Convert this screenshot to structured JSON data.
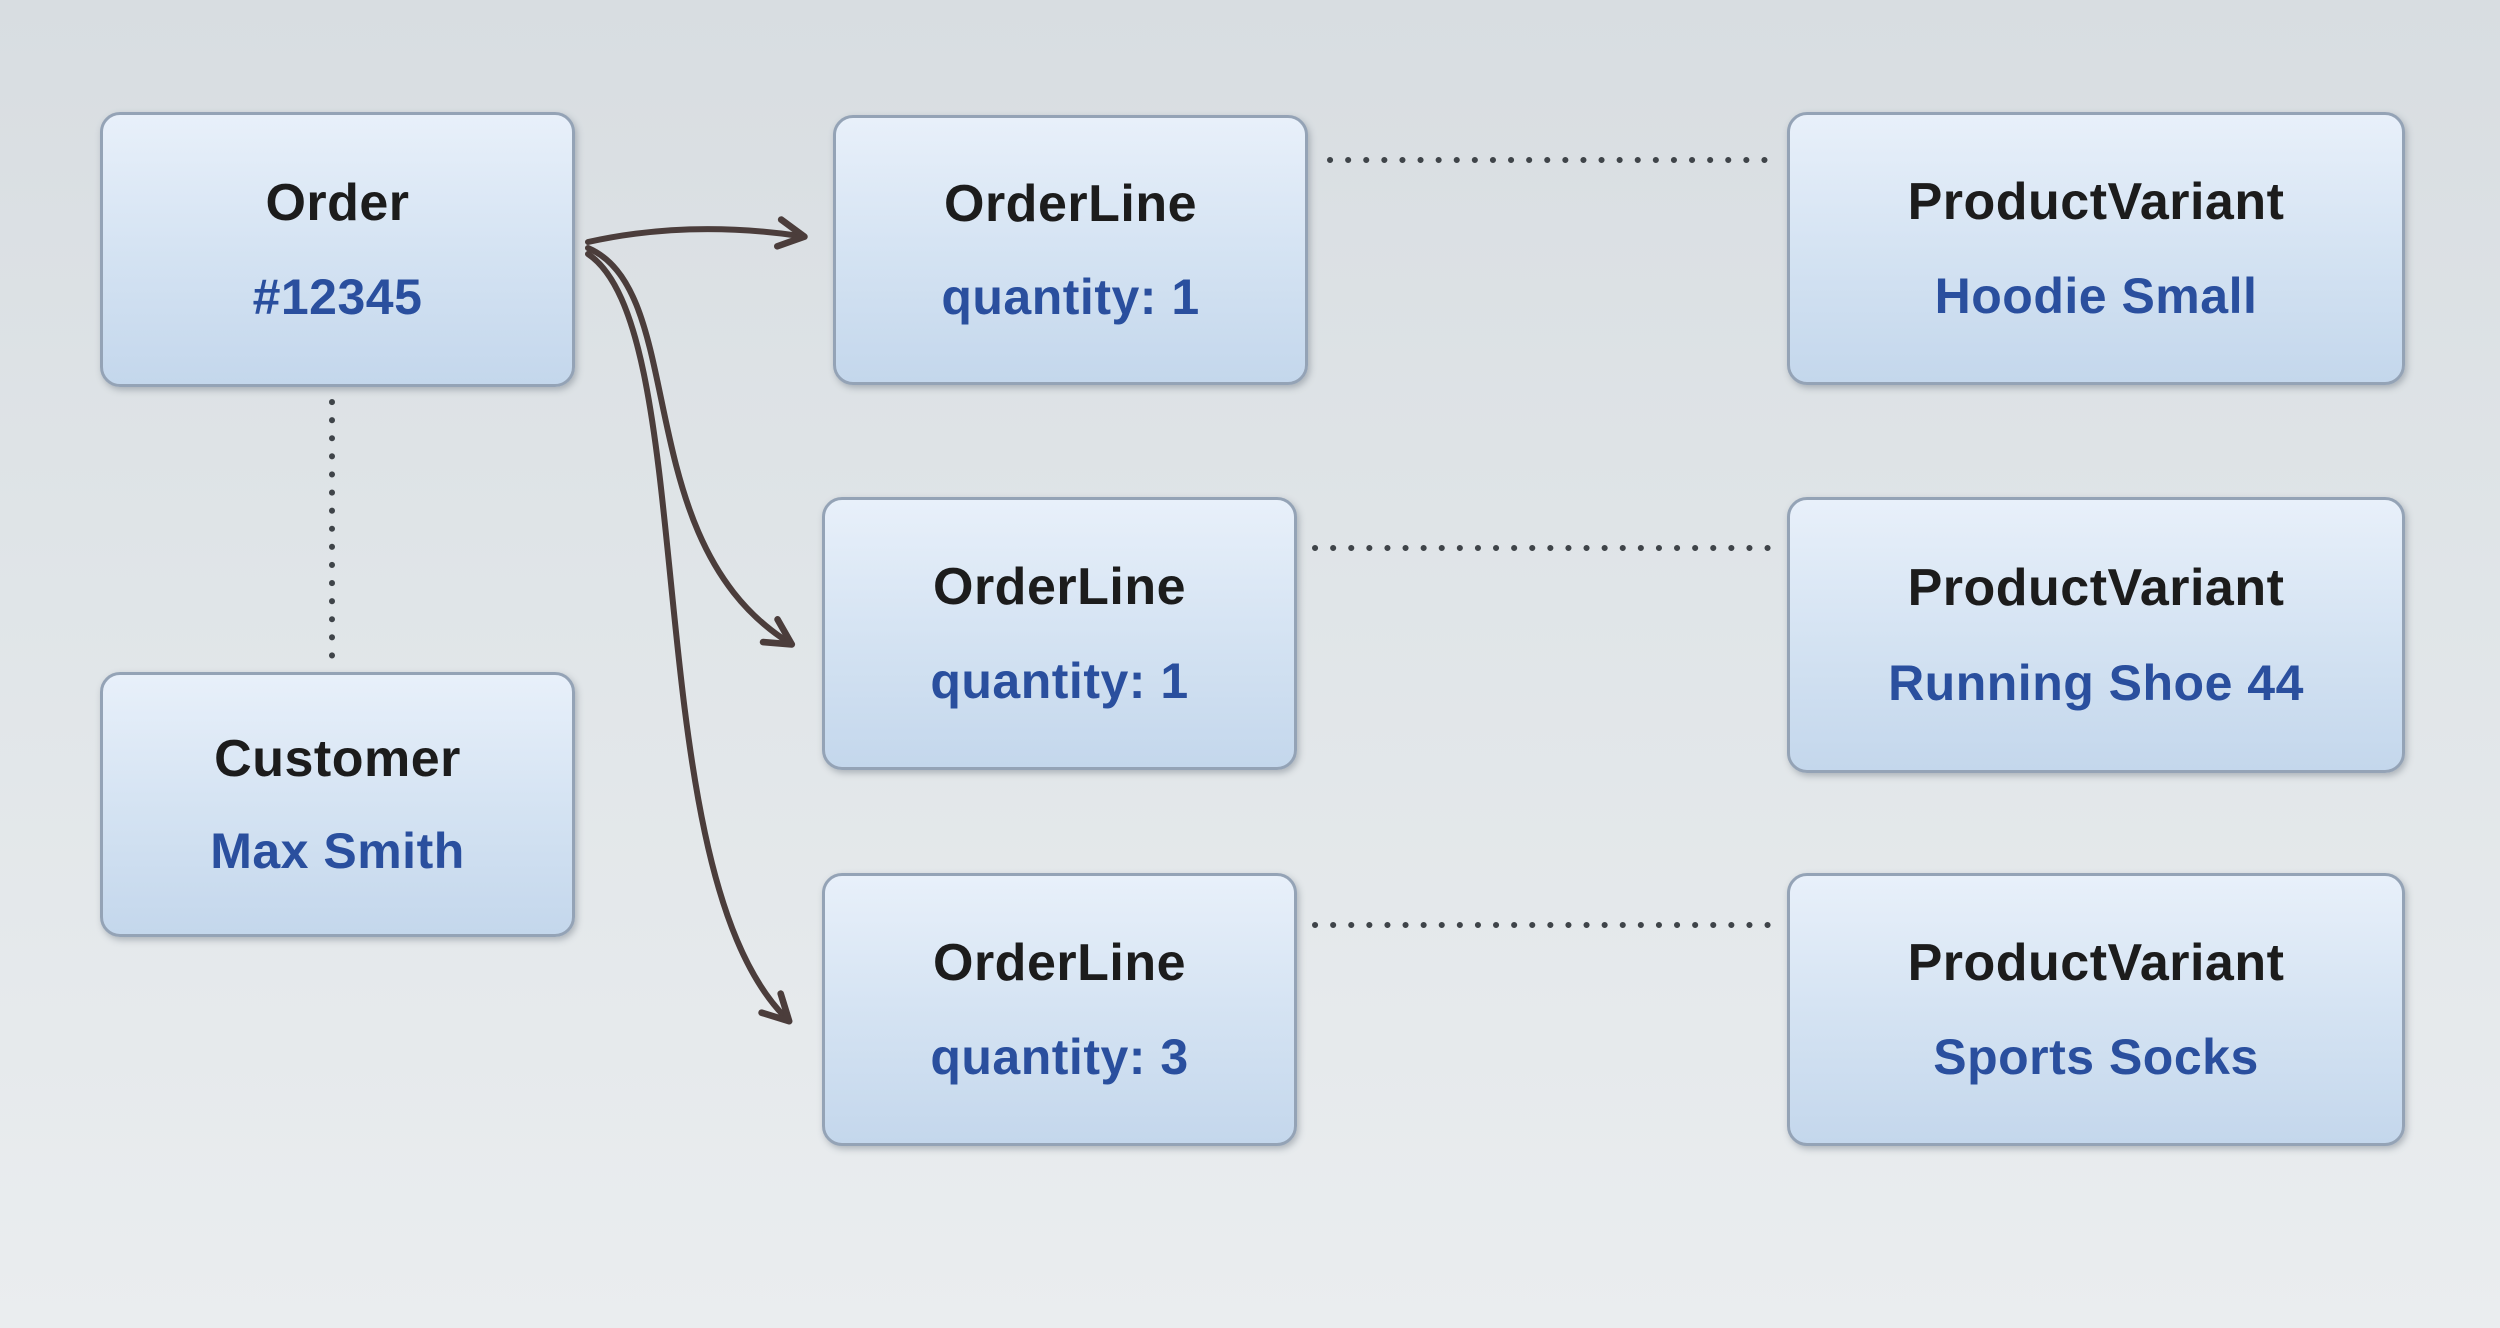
{
  "colors": {
    "background_top": "#d8dde1",
    "background_bottom": "#eaedef",
    "node_border": "#94a3b6",
    "node_gradient_top": "#e8f0fa",
    "node_gradient_bottom": "#c4d7ec",
    "title_color": "#1c1c1c",
    "value_color": "#2a4f9e",
    "arrow_color": "#4b3d3b",
    "dotted_color": "#3f4449"
  },
  "nodes": [
    {
      "id": "order",
      "title": "Order",
      "value": "#12345"
    },
    {
      "id": "customer",
      "title": "Customer",
      "value": "Max Smith"
    },
    {
      "id": "orderline-1",
      "title": "OrderLine",
      "value": "quantity: 1"
    },
    {
      "id": "orderline-2",
      "title": "OrderLine",
      "value": "quantity: 1"
    },
    {
      "id": "orderline-3",
      "title": "OrderLine",
      "value": "quantity: 3"
    },
    {
      "id": "productvariant-1",
      "title": "ProductVariant",
      "value": "Hoodie Small"
    },
    {
      "id": "productvariant-2",
      "title": "ProductVariant",
      "value": "Running Shoe 44"
    },
    {
      "id": "productvariant-3",
      "title": "ProductVariant",
      "value": "Sports Socks"
    }
  ],
  "edges": [
    {
      "from": "order",
      "to": "customer",
      "style": "dotted"
    },
    {
      "from": "order",
      "to": "orderline-1",
      "style": "arrow"
    },
    {
      "from": "order",
      "to": "orderline-2",
      "style": "arrow"
    },
    {
      "from": "order",
      "to": "orderline-3",
      "style": "arrow"
    },
    {
      "from": "orderline-1",
      "to": "productvariant-1",
      "style": "dotted"
    },
    {
      "from": "orderline-2",
      "to": "productvariant-2",
      "style": "dotted"
    },
    {
      "from": "orderline-3",
      "to": "productvariant-3",
      "style": "dotted"
    }
  ]
}
